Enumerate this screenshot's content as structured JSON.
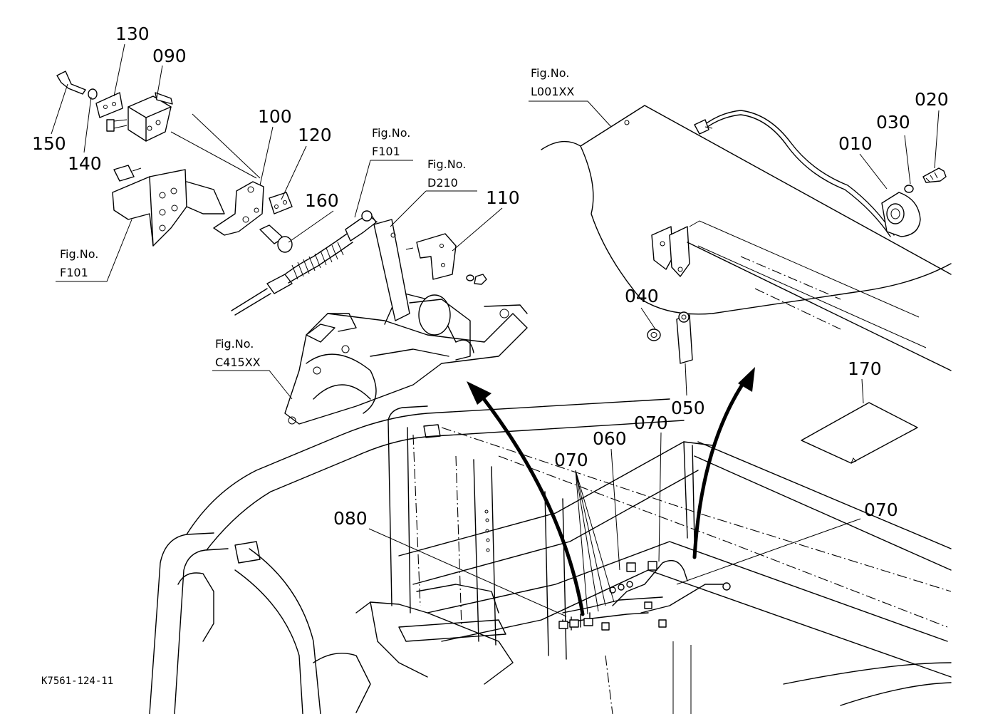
{
  "diagram": {
    "drawing_code": "K7561-124-11",
    "part_callouts": [
      "130",
      "090",
      "150",
      "140",
      "100",
      "120",
      "160",
      "110",
      "040",
      "050",
      "060",
      "070",
      "070",
      "070",
      "080",
      "170",
      "010",
      "030",
      "020"
    ],
    "figure_refs": [
      {
        "label": "Fig.No.",
        "code": "F101"
      },
      {
        "label": "Fig.No.",
        "code": "F101"
      },
      {
        "label": "Fig.No.",
        "code": "D210"
      },
      {
        "label": "Fig.No.",
        "code": "C415XX"
      },
      {
        "label": "Fig.No.",
        "code": "L001XX"
      }
    ]
  }
}
